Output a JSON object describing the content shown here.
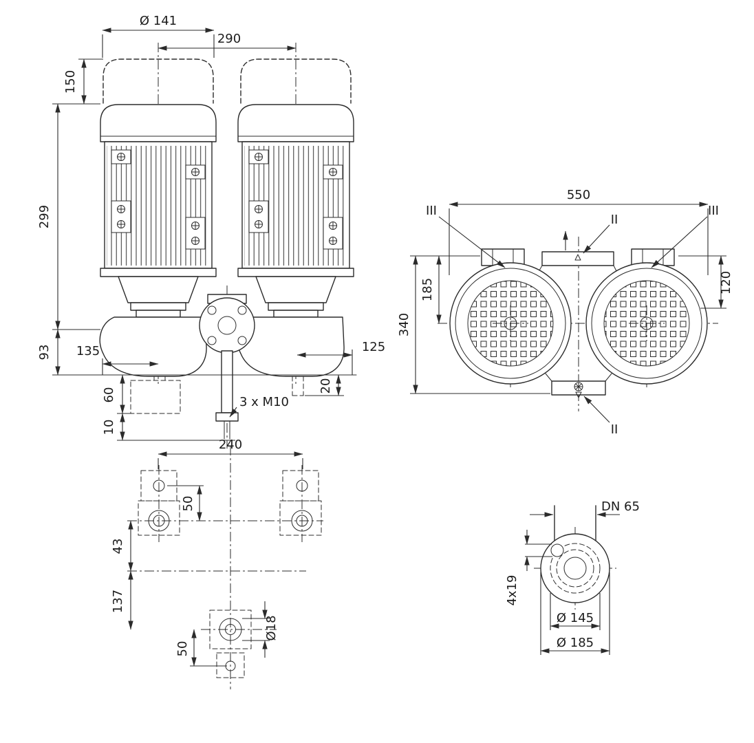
{
  "front_view": {
    "dia_fan_cover": "Ø 141",
    "motor_spacing": "290",
    "cap_height": "150",
    "motor_height": "299",
    "base_height": "93",
    "port_offset_left": "135",
    "port_offset_right": "125",
    "pad_height": "60",
    "pad_thickness": "10",
    "port_depth": "20",
    "bolt_spec": "3 x M10"
  },
  "top_view": {
    "overall_width": "550",
    "depth_to_axis": "185",
    "overall_depth": "340",
    "depth_right": "120",
    "section_marker_2": "II",
    "section_marker_3": "III"
  },
  "foundation_view": {
    "bolt_span": "240",
    "hole_pitch_top": "50",
    "axis_gap": "43",
    "axis_to_hole": "137",
    "hole_pitch_bottom": "50",
    "hole_diameter": "Ø18"
  },
  "flange_view": {
    "nominal_diameter": "DN 65",
    "bolt_holes": "4x19",
    "bolt_circle_diameter": "Ø 145",
    "outer_diameter": "Ø 185"
  },
  "colors": {
    "line": "#2b2b2b",
    "background": "#ffffff"
  }
}
